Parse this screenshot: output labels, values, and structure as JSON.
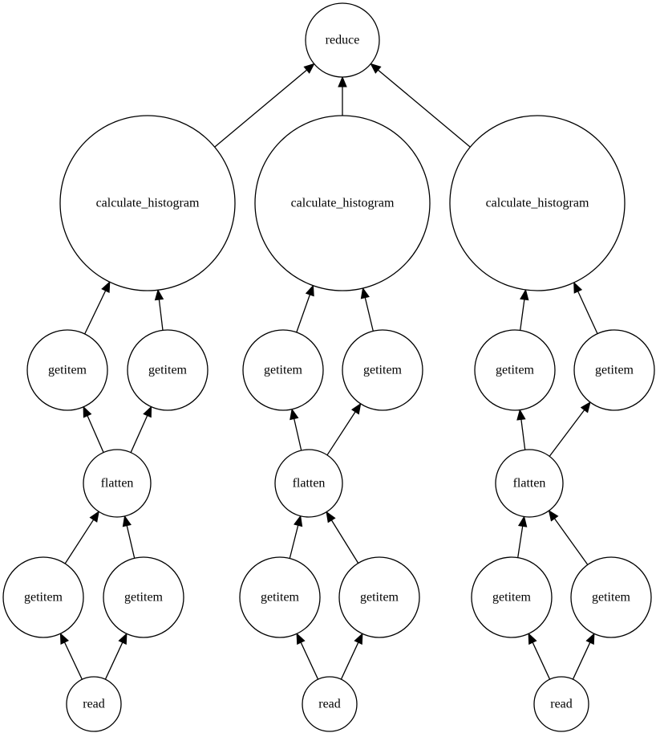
{
  "graph": {
    "node_color": "#000000",
    "background": "#ffffff",
    "nodes": [
      {
        "id": "reduce",
        "label": "reduce",
        "shape": "circle"
      },
      {
        "id": "hist_a",
        "label": "calculate_histogram",
        "shape": "circle"
      },
      {
        "id": "hist_b",
        "label": "calculate_histogram",
        "shape": "circle"
      },
      {
        "id": "hist_c",
        "label": "calculate_histogram",
        "shape": "circle"
      },
      {
        "id": "gi_a1",
        "label": "getitem",
        "shape": "circle"
      },
      {
        "id": "gi_a2",
        "label": "getitem",
        "shape": "circle"
      },
      {
        "id": "gi_b1",
        "label": "getitem",
        "shape": "circle"
      },
      {
        "id": "gi_b2",
        "label": "getitem",
        "shape": "circle"
      },
      {
        "id": "gi_c1",
        "label": "getitem",
        "shape": "circle"
      },
      {
        "id": "gi_c2",
        "label": "getitem",
        "shape": "circle"
      },
      {
        "id": "flat_a",
        "label": "flatten",
        "shape": "circle"
      },
      {
        "id": "flat_b",
        "label": "flatten",
        "shape": "circle"
      },
      {
        "id": "flat_c",
        "label": "flatten",
        "shape": "circle"
      },
      {
        "id": "gl_a1",
        "label": "getitem",
        "shape": "circle"
      },
      {
        "id": "gl_a2",
        "label": "getitem",
        "shape": "circle"
      },
      {
        "id": "gl_b1",
        "label": "getitem",
        "shape": "circle"
      },
      {
        "id": "gl_b2",
        "label": "getitem",
        "shape": "circle"
      },
      {
        "id": "gl_c1",
        "label": "getitem",
        "shape": "circle"
      },
      {
        "id": "gl_c2",
        "label": "getitem",
        "shape": "circle"
      },
      {
        "id": "read_a",
        "label": "read",
        "shape": "circle"
      },
      {
        "id": "read_b",
        "label": "read",
        "shape": "circle"
      },
      {
        "id": "read_c",
        "label": "read",
        "shape": "circle"
      }
    ],
    "edges": [
      {
        "from": "hist_a",
        "to": "reduce"
      },
      {
        "from": "hist_b",
        "to": "reduce"
      },
      {
        "from": "hist_c",
        "to": "reduce"
      },
      {
        "from": "gi_a1",
        "to": "hist_a"
      },
      {
        "from": "gi_a2",
        "to": "hist_a"
      },
      {
        "from": "gi_b1",
        "to": "hist_b"
      },
      {
        "from": "gi_b2",
        "to": "hist_b"
      },
      {
        "from": "gi_c1",
        "to": "hist_c"
      },
      {
        "from": "gi_c2",
        "to": "hist_c"
      },
      {
        "from": "flat_a",
        "to": "gi_a1"
      },
      {
        "from": "flat_a",
        "to": "gi_a2"
      },
      {
        "from": "flat_b",
        "to": "gi_b1"
      },
      {
        "from": "flat_b",
        "to": "gi_b2"
      },
      {
        "from": "flat_c",
        "to": "gi_c1"
      },
      {
        "from": "flat_c",
        "to": "gi_c2"
      },
      {
        "from": "gl_a1",
        "to": "flat_a"
      },
      {
        "from": "gl_a2",
        "to": "flat_a"
      },
      {
        "from": "gl_b1",
        "to": "flat_b"
      },
      {
        "from": "gl_b2",
        "to": "flat_b"
      },
      {
        "from": "gl_c1",
        "to": "flat_c"
      },
      {
        "from": "gl_c2",
        "to": "flat_c"
      },
      {
        "from": "read_a",
        "to": "gl_a1"
      },
      {
        "from": "read_a",
        "to": "gl_a2"
      },
      {
        "from": "read_b",
        "to": "gl_b1"
      },
      {
        "from": "read_b",
        "to": "gl_b2"
      },
      {
        "from": "read_c",
        "to": "gl_c1"
      },
      {
        "from": "read_c",
        "to": "gl_c2"
      }
    ]
  }
}
